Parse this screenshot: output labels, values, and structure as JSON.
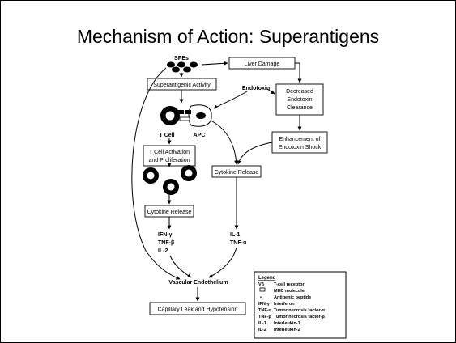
{
  "slide_title": "Mechanism of Action: Superantigens",
  "diagram": {
    "spes": "SPEs",
    "liver_damage": "Liver Damage",
    "superantigenic_activity": "Superantigenic Activity",
    "endotoxin": "Endotoxin",
    "decreased_clearance": [
      "Decreased",
      "Endotoxin",
      "Clearance"
    ],
    "t_cell": "T Cell",
    "apc": "APC",
    "enhancement": [
      "Enhancement of",
      "Endotoxin Shock"
    ],
    "t_cell_activation": [
      "T Cell Activation",
      "and Proliferation"
    ],
    "cytokine_release_right": "Cytokine Release",
    "cytokine_release_left": "Cytokine Release",
    "left_cytokines": [
      "IFN-γ",
      "TNF-β",
      "IL-2"
    ],
    "right_cytokines": [
      "IL-1",
      "TNF-α"
    ],
    "vascular_endothelium": "Vascular Endothelium",
    "capillary_leak": "Capillary Leak and Hypotension"
  },
  "legend": {
    "title": "Legend",
    "rows": [
      {
        "symbol": "Vβ",
        "text": "T-cell receptor"
      },
      {
        "symbol": "",
        "text": "MHC molecule"
      },
      {
        "symbol": "•",
        "text": "Antigenic peptide"
      },
      {
        "symbol": "IFN-γ",
        "text": "Interferon"
      },
      {
        "symbol": "TNF-α",
        "text": "Tumor necrosis factor-α"
      },
      {
        "symbol": "TNF-β",
        "text": "Tumor necrosis factor-β"
      },
      {
        "symbol": "IL-1",
        "text": "Interleukin-1"
      },
      {
        "symbol": "IL-2",
        "text": "Interleukin-2"
      }
    ]
  }
}
